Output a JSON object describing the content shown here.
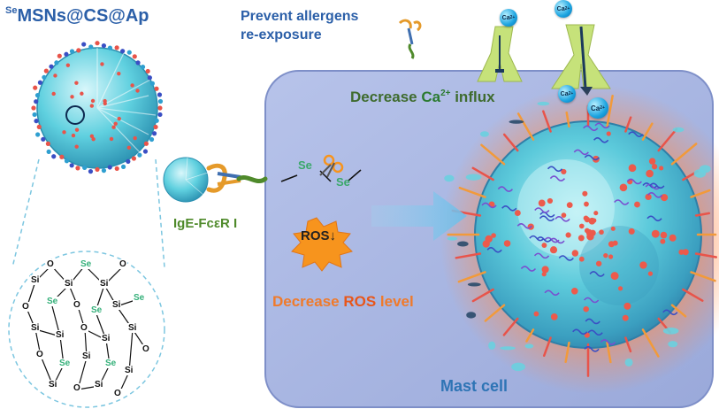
{
  "title": {
    "superscript": "Se",
    "main": "MSNs@CS@Ap"
  },
  "prevent_label": {
    "line1": "Prevent allergens",
    "line2": "re-exposure"
  },
  "calcium_label": {
    "prefix": "Decrease ",
    "ion": "Ca",
    "charge": "2+",
    "suffix": " influx"
  },
  "receptor_label": "IgE-FcεR I",
  "ros_badge": {
    "text": "ROS",
    "arrow": "↓"
  },
  "ros_label": {
    "prefix": "Decrease ",
    "highlight": "ROS",
    "suffix": " level"
  },
  "cell_label": "Mast cell",
  "selenium_bond": {
    "left": "Se",
    "right": "Se"
  },
  "ions": {
    "element": "Ca",
    "charge": "2+"
  },
  "network": {
    "si": "Si",
    "o": "O",
    "se": "Se"
  },
  "colors": {
    "title_blue": "#2b5fa8",
    "cell_fill": "#a9b7e0",
    "cell_border": "#7e8fc8",
    "influx_green": "#3e6b2e",
    "ros_orange": "#f07a2a",
    "burst_orange": "#f7941d",
    "channel_green": "#c6e27a",
    "ion_blue": "#1aa3e0",
    "nanoparticle_cyan": "#4fc6d8",
    "arrow_blue": "#7fc4ea"
  },
  "icons": [
    "nanoparticle-sphere",
    "mast-cell-sphere",
    "calcium-channel",
    "scissors-icon",
    "burst-badge",
    "arrow-right"
  ]
}
